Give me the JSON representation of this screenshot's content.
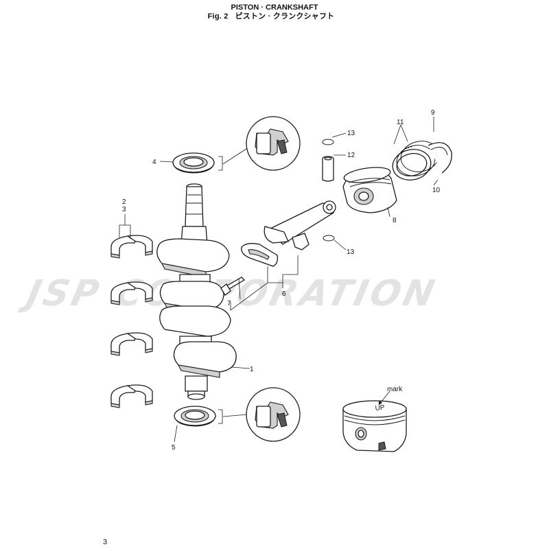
{
  "header": {
    "title": "PISTON · CRANKSHAFT",
    "fig_label": "Fig. 2",
    "fig_title_jp": "ピストン · クランクシャフト"
  },
  "callouts": {
    "c1": "1",
    "c2": "2",
    "c3": "3",
    "c4": "4",
    "c5": "5",
    "c6": "6",
    "c7": "7",
    "c8": "8",
    "c9": "9",
    "c10": "10",
    "c11": "11",
    "c12": "12",
    "c13a": "13",
    "c13b": "13",
    "mark": "mark"
  },
  "piston_marking": "UP",
  "watermark": "JSP CORPORATION",
  "page_number": "3"
}
